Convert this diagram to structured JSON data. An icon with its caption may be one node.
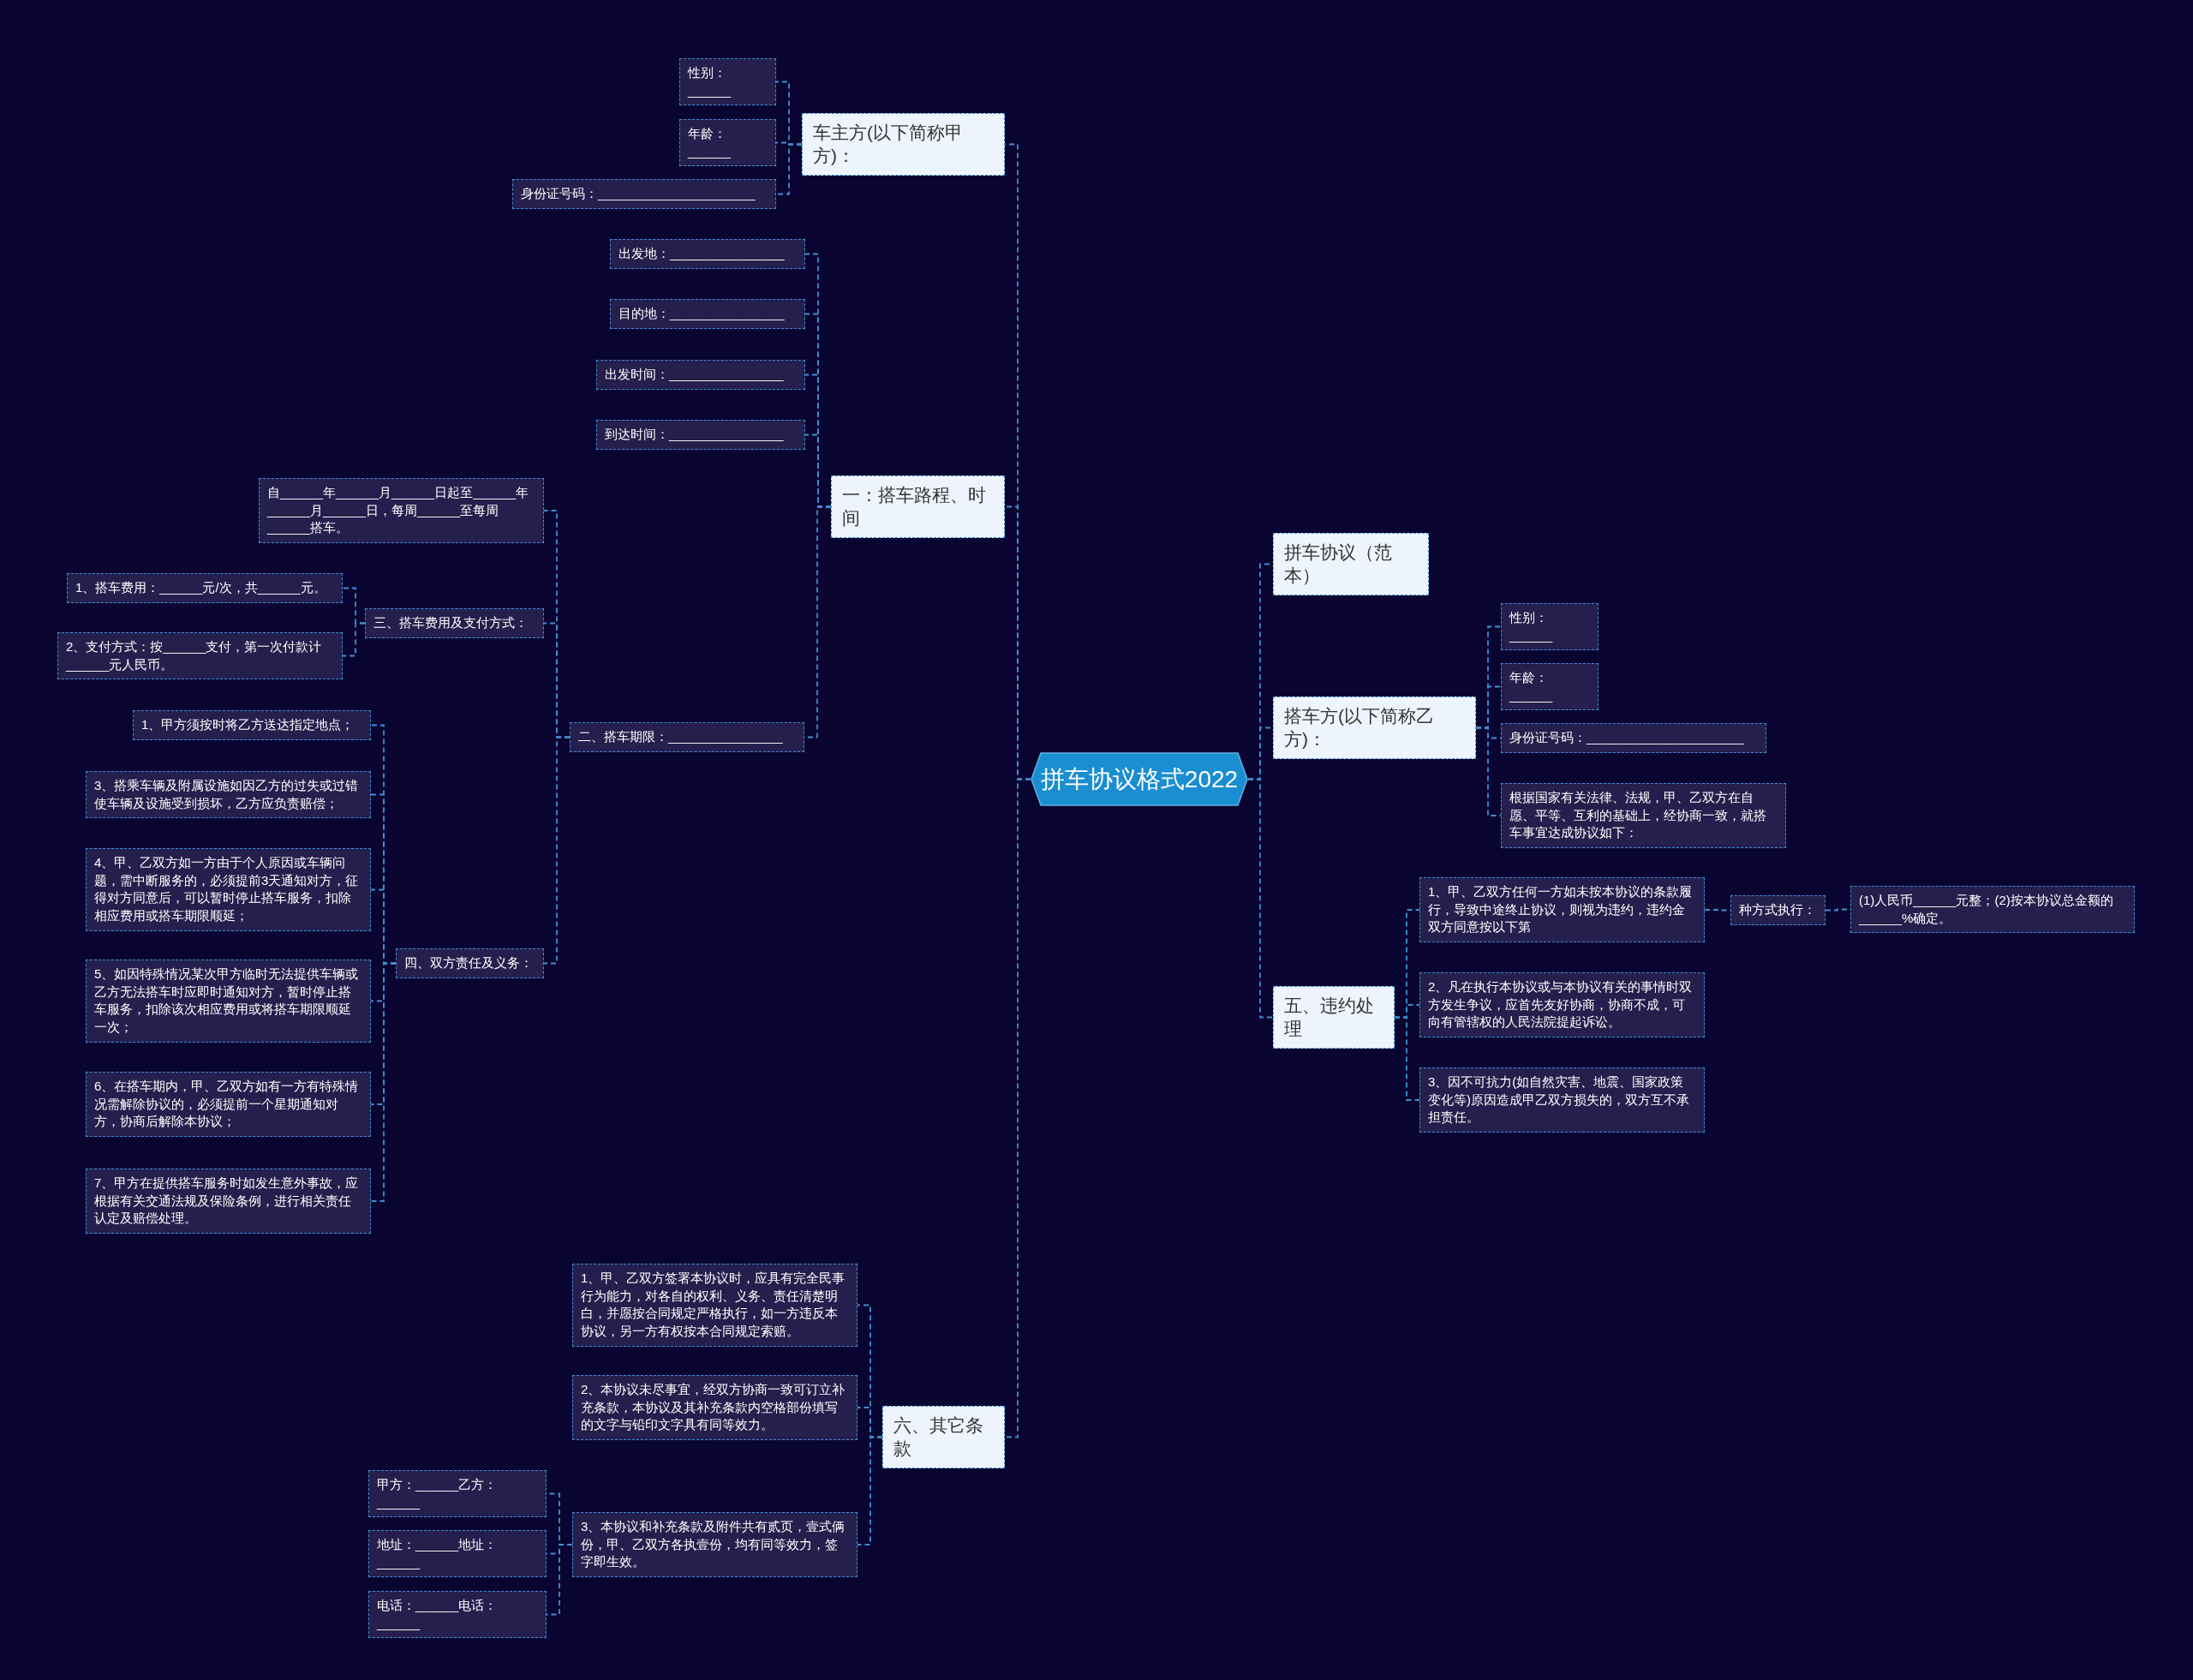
{
  "diagram": {
    "nodes": [
      {
        "text": [
          "拼车协议格式2022"
        ]
      },
      {
        "text": [
          "车主方(以下简称甲方)："
        ]
      },
      {
        "text": [
          "性别：______"
        ]
      },
      {
        "text": [
          "年龄：______"
        ]
      },
      {
        "text": [
          "身份证号码：______________________"
        ]
      },
      {
        "text": [
          "一：搭车路程、时间"
        ]
      },
      {
        "text": [
          "出发地：________________"
        ]
      },
      {
        "text": [
          "目的地：________________"
        ]
      },
      {
        "text": [
          "出发时间：________________"
        ]
      },
      {
        "text": [
          "到达时间：________________"
        ]
      },
      {
        "text": [
          "二、搭车期限：________________"
        ]
      },
      {
        "text": [
          "自______年______月______日起至______年______月______日，每周______至每周______搭车。"
        ]
      },
      {
        "text": [
          "三、搭车费用及支付方式："
        ]
      },
      {
        "text": [
          "1、搭车费用：______元/次，共______元。"
        ]
      },
      {
        "text": [
          "2、支付方式：按______支付，第一次付款计______元人民币。"
        ]
      },
      {
        "text": [
          "四、双方责任及义务："
        ]
      },
      {
        "text": [
          "1、甲方须按时将乙方送达指定地点；"
        ]
      },
      {
        "text": [
          "3、搭乘车辆及附属设施如因乙方的过失或过错使车辆及设施受到损坏，乙方应负责赔偿；"
        ]
      },
      {
        "text": [
          "4、甲、乙双方如一方由于个人原因或车辆问题，需中断服务的，必须提前3天通知对方，征得对方同意后，可以暂时停止搭车服务，扣除相应费用或搭车期限顺延；"
        ]
      },
      {
        "text": [
          "5、如因特殊情况某次甲方临时无法提供车辆或乙方无法搭车时应即时通知对方，暂时停止搭车服务，扣除该次相应费用或将搭车期限顺延一次；"
        ]
      },
      {
        "text": [
          "6、在搭车期内，甲、乙双方如有一方有特殊情况需解除协议的，必须提前一个星期通知对方，协商后解除本协议；"
        ]
      },
      {
        "text": [
          "7、甲方在提供搭车服务时如发生意外事故，应根据有关交通法规及保险条例，进行相关责任认定及赔偿处理。"
        ]
      },
      {
        "text": [
          "六、其它条款"
        ]
      },
      {
        "text": [
          "1、甲、乙双方签署本协议时，应具有完全民事行为能力，对各自的权利、义务、责任清楚明白，并愿按合同规定严格执行，如一方违反本协议，另一方有权按本合同规定索赔。"
        ]
      },
      {
        "text": [
          "2、本协议未尽事宜，经双方协商一致可订立补充条款，本协议及其补充条款内空格部份填写的文字与铅印文字具有同等效力。"
        ]
      },
      {
        "text": [
          "3、本协议和补充条款及附件共有贰页，壹式俩份，甲、乙双方各执壹份，均有同等效力，签字即生效。"
        ]
      },
      {
        "text": [
          "甲方：______乙方：______"
        ]
      },
      {
        "text": [
          "地址：______地址：______"
        ]
      },
      {
        "text": [
          "电话：______电话：______"
        ]
      },
      {
        "text": [
          "拼车协议（范本）"
        ]
      },
      {
        "text": [
          "搭车方(以下简称乙方)："
        ]
      },
      {
        "text": [
          "性别：______"
        ]
      },
      {
        "text": [
          "年龄：______"
        ]
      },
      {
        "text": [
          "身份证号码：______________________"
        ]
      },
      {
        "text": [
          "根据国家有关法律、法规，甲、乙双方在自愿、平等、互利的基础上，经协商一致，就搭车事宜达成协议如下："
        ]
      },
      {
        "text": [
          "五、违约处理"
        ]
      },
      {
        "text": [
          "1、甲、乙双方任何一方如未按本协议的条款履行，导致中途终止协议，则视为违约，违约金双方同意按以下第"
        ]
      },
      {
        "text": [
          "种方式执行："
        ]
      },
      {
        "text": [
          "(1)人民币______元整；(2)按本协议总金额的______%确定。"
        ]
      },
      {
        "text": [
          "2、凡在执行本协议或与本协议有关的事情时双方发生争议，应首先友好协商，协商不成，可向有管辖权的人民法院提起诉讼。"
        ]
      },
      {
        "text": [
          "3、因不可抗力(如自然灾害、地震、国家政策变化等)原因造成甲乙双方损失的，双方互不承担责任。"
        ]
      }
    ],
    "edges": [
      {
        "from": 0,
        "to": 1,
        "arrow": "none"
      },
      {
        "from": 1,
        "to": 2,
        "arrow": "none"
      },
      {
        "from": 1,
        "to": 3,
        "arrow": "none"
      },
      {
        "from": 1,
        "to": 4,
        "arrow": "none"
      },
      {
        "from": 0,
        "to": 5,
        "arrow": "none"
      },
      {
        "from": 5,
        "to": 6,
        "arrow": "none"
      },
      {
        "from": 5,
        "to": 7,
        "arrow": "none"
      },
      {
        "from": 5,
        "to": 8,
        "arrow": "none"
      },
      {
        "from": 5,
        "to": 9,
        "arrow": "none"
      },
      {
        "from": 5,
        "to": 10,
        "arrow": "none"
      },
      {
        "from": 10,
        "to": 11,
        "arrow": "none"
      },
      {
        "from": 10,
        "to": 12,
        "arrow": "none"
      },
      {
        "from": 12,
        "to": 13,
        "arrow": "none"
      },
      {
        "from": 12,
        "to": 14,
        "arrow": "none"
      },
      {
        "from": 10,
        "to": 15,
        "arrow": "none"
      },
      {
        "from": 15,
        "to": 16,
        "arrow": "none"
      },
      {
        "from": 15,
        "to": 17,
        "arrow": "none"
      },
      {
        "from": 15,
        "to": 18,
        "arrow": "none"
      },
      {
        "from": 15,
        "to": 19,
        "arrow": "none"
      },
      {
        "from": 15,
        "to": 20,
        "arrow": "none"
      },
      {
        "from": 15,
        "to": 21,
        "arrow": "none"
      },
      {
        "from": 0,
        "to": 22,
        "arrow": "none"
      },
      {
        "from": 22,
        "to": 23,
        "arrow": "none"
      },
      {
        "from": 22,
        "to": 24,
        "arrow": "none"
      },
      {
        "from": 22,
        "to": 25,
        "arrow": "none"
      },
      {
        "from": 25,
        "to": 26,
        "arrow": "none"
      },
      {
        "from": 25,
        "to": 27,
        "arrow": "none"
      },
      {
        "from": 25,
        "to": 28,
        "arrow": "none"
      },
      {
        "from": 0,
        "to": 29,
        "arrow": "none"
      },
      {
        "from": 0,
        "to": 30,
        "arrow": "none"
      },
      {
        "from": 30,
        "to": 31,
        "arrow": "none"
      },
      {
        "from": 30,
        "to": 32,
        "arrow": "none"
      },
      {
        "from": 30,
        "to": 33,
        "arrow": "none"
      },
      {
        "from": 30,
        "to": 34,
        "arrow": "none"
      },
      {
        "from": 0,
        "to": 35,
        "arrow": "none"
      },
      {
        "from": 35,
        "to": 36,
        "arrow": "none"
      },
      {
        "from": 36,
        "to": 37,
        "arrow": "none"
      },
      {
        "from": 37,
        "to": 38,
        "arrow": "none"
      },
      {
        "from": 35,
        "to": 39,
        "arrow": "none"
      },
      {
        "from": 35,
        "to": 40,
        "arrow": "none"
      }
    ]
  }
}
